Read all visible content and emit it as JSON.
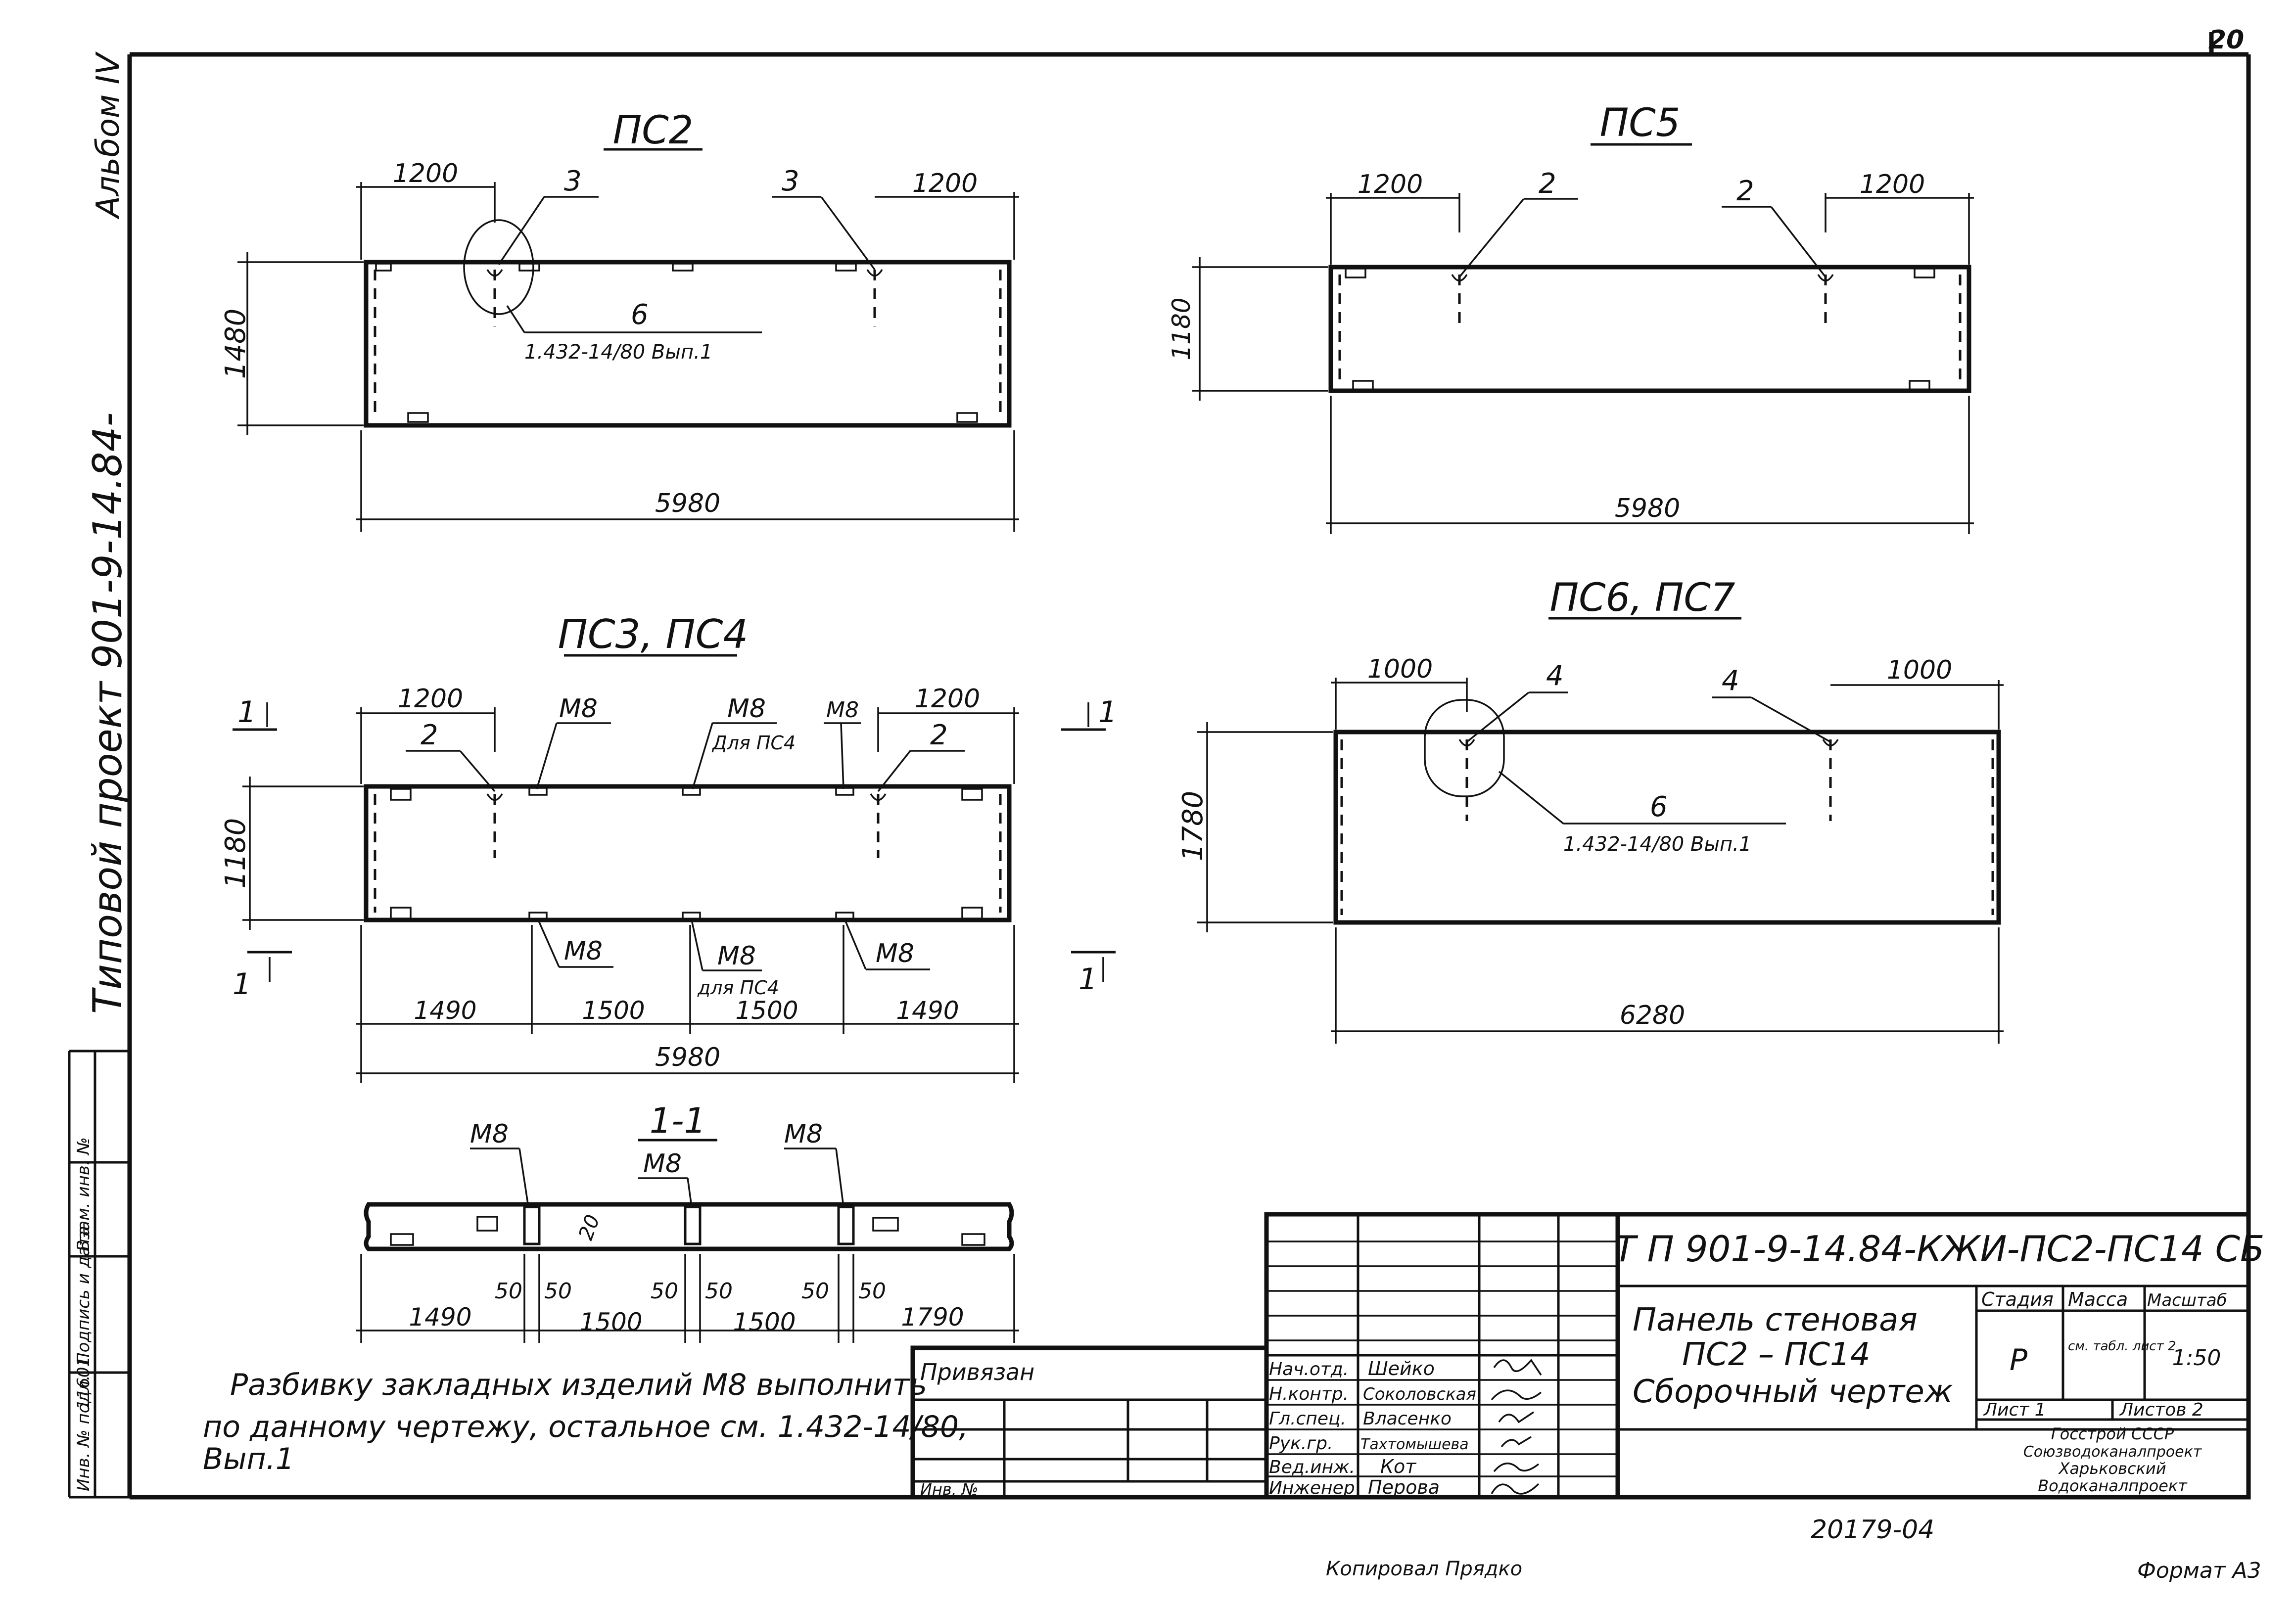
{
  "sheet_number": "20",
  "margin": {
    "album": "Альбом IV",
    "project": "Типовой проект 901-9-14.84-",
    "stamp_cells": [
      "Инв. № подл.",
      "Подпись и дата",
      "Взам. инв. №"
    ],
    "inv_number": "11601"
  },
  "views": {
    "ps2": {
      "title": "ПС2",
      "dim_left": "1200",
      "dim_right": "1200",
      "height": "1480",
      "length": "5980",
      "callouts": [
        "3",
        "3",
        "6"
      ],
      "reference": "1.432-14/80 Вып.1"
    },
    "ps5": {
      "title": "ПС5",
      "dim_left": "1200",
      "dim_right": "1200",
      "height": "1180",
      "length": "5980",
      "callouts": [
        "2",
        "2"
      ]
    },
    "ps34": {
      "title": "ПС3, ПС4",
      "dim_left": "1200",
      "dim_right": "1200",
      "height": "1180",
      "length": "5980",
      "section_mark": "1",
      "callouts": [
        "2",
        "2"
      ],
      "m8": "М8",
      "for_ps4_top": "Для ПС4",
      "for_ps4_bottom": "для ПС4",
      "bottom_dims": [
        "1490",
        "1500",
        "1500",
        "1490"
      ]
    },
    "ps67": {
      "title": "ПС6, ПС7",
      "dim_left": "1000",
      "dim_right": "1000",
      "height": "1780",
      "length": "6280",
      "callouts": [
        "4",
        "4",
        "6"
      ],
      "reference": "1.432-14/80 Вып.1"
    },
    "section11": {
      "title": "1-1",
      "m8": "М8",
      "thickness": "20",
      "gaps": [
        "50",
        "50",
        "50",
        "50",
        "50",
        "50"
      ],
      "dims": [
        "1490",
        "1500",
        "1500",
        "1790"
      ]
    }
  },
  "note": [
    "Разбивку закладных изделий М8 выполнить",
    "по данному чертежу, остальное см. 1.432-14/80,",
    "Вып.1"
  ],
  "title_block": {
    "doc_code": "Т П 901-9-14.84-КЖИ-ПС2-ПС14 СБ",
    "name_lines": [
      "Панель стеновая",
      "ПС2 – ПС14",
      "Сборочный чертеж"
    ],
    "privyazan": "Привязан",
    "inv_no": "Инв. №",
    "roles": [
      {
        "role": "Нач.отд.",
        "name": "Шейко"
      },
      {
        "role": "Н.контр.",
        "name": "Соколовская"
      },
      {
        "role": "Гл.спец.",
        "name": "Власенко"
      },
      {
        "role": "Рук.гр.",
        "name": "Тахтомышева"
      },
      {
        "role": "Вед.инж.",
        "name": "Кот"
      },
      {
        "role": "Инженер",
        "name": "Перова"
      }
    ],
    "stage_header": "Стадия",
    "mass_header": "Масса",
    "scale_header": "Масштаб",
    "stage": "Р",
    "mass": "см. табл. лист 2",
    "scale": "1:50",
    "sheet": "Лист 1",
    "sheets": "Листов 2",
    "org_lines": [
      "Госстрой СССР",
      "Союзводоканалпроект",
      "Харьковский",
      "Водоканалпроект"
    ],
    "archive_no": "20179-04"
  },
  "footer": {
    "copied": "Копировал Прядко",
    "format": "Формат А3"
  }
}
